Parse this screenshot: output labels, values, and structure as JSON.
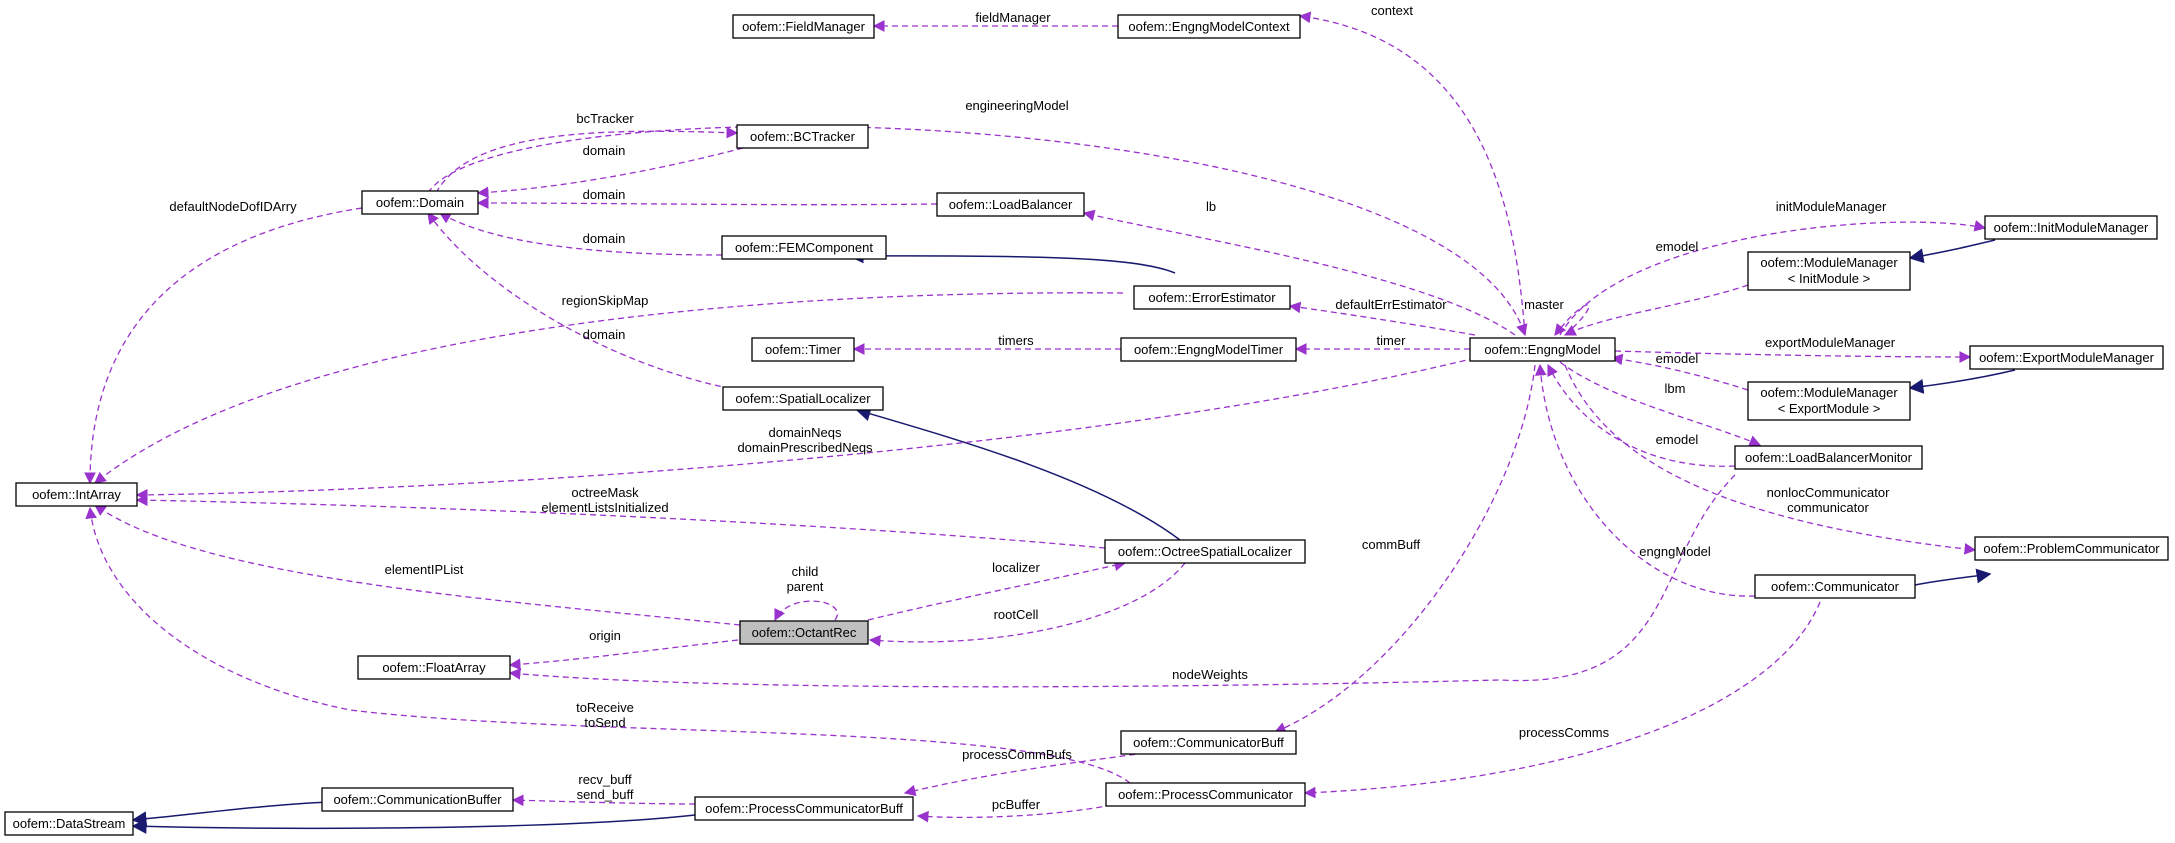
{
  "nodes": {
    "field_manager": "oofem::FieldManager",
    "engng_model_context": "oofem::EngngModelContext",
    "bc_tracker": "oofem::BCTracker",
    "domain": "oofem::Domain",
    "load_balancer": "oofem::LoadBalancer",
    "fem_component": "oofem::FEMComponent",
    "init_module_manager": "oofem::InitModuleManager",
    "module_manager_init": [
      "oofem::ModuleManager",
      "< InitModule >"
    ],
    "error_estimator": "oofem::ErrorEstimator",
    "timer": "oofem::Timer",
    "engng_model_timer": "oofem::EngngModelTimer",
    "engng_model": "oofem::EngngModel",
    "export_module_manager": "oofem::ExportModuleManager",
    "module_manager_export": [
      "oofem::ModuleManager",
      "< ExportModule >"
    ],
    "spatial_localizer": "oofem::SpatialLocalizer",
    "load_balancer_monitor": "oofem::LoadBalancerMonitor",
    "int_array": "oofem::IntArray",
    "octree_spatial_localizer": "oofem::OctreeSpatialLocalizer",
    "problem_communicator": "oofem::ProblemCommunicator",
    "communicator": "oofem::Communicator",
    "octant_rec": "oofem::OctantRec",
    "float_array": "oofem::FloatArray",
    "communicator_buff": "oofem::CommunicatorBuff",
    "communication_buffer": "oofem::CommunicationBuffer",
    "process_communicator": "oofem::ProcessCommunicator",
    "data_stream": "oofem::DataStream",
    "process_communicator_buff": "oofem::ProcessCommunicatorBuff"
  },
  "edge_labels": {
    "field_manager": "fieldManager",
    "context": "context",
    "engineering_model": "engineeringModel",
    "bc_tracker": "bcTracker",
    "domain_bc": "domain",
    "domain_lb": "domain",
    "domain_fem": "domain",
    "domain_sl": "domain",
    "default_node_dof": "defaultNodeDofIDArry",
    "lb": "lb",
    "init_module_manager": "initModuleManager",
    "emodel_init": "emodel",
    "master": "master",
    "region_skip_map": "regionSkipMap",
    "default_err_estimator": "defaultErrEstimator",
    "timers": "timers",
    "timer": "timer",
    "export_module_manager": "exportModuleManager",
    "emodel_export": "emodel",
    "lbm": "lbm",
    "emodel_lbm": "emodel",
    "domain_neqs": [
      "domainNeqs",
      "domainPrescribedNeqs"
    ],
    "octree_mask": [
      "octreeMask",
      "elementListsInitialized"
    ],
    "nonloc_communicator": [
      "nonlocCommunicator",
      "communicator"
    ],
    "engng_model": "engngModel",
    "comm_buff": "commBuff",
    "element_ip_list": "elementIPList",
    "child_parent": [
      "child",
      "parent"
    ],
    "localizer": "localizer",
    "root_cell": "rootCell",
    "origin": "origin",
    "node_weights": "nodeWeights",
    "to_receive": [
      "toReceive",
      "toSend"
    ],
    "process_comms": "processComms",
    "process_comm_bufs": "processCommBufs",
    "recv_buff": [
      "recv_buff",
      "send_buff"
    ],
    "pc_buffer": "pcBuffer"
  },
  "colors": {
    "usage_edge": "#9a32cd",
    "inheritance_edge": "#191970",
    "highlight_node": "#bfbfbf",
    "node_border": "#000000"
  }
}
